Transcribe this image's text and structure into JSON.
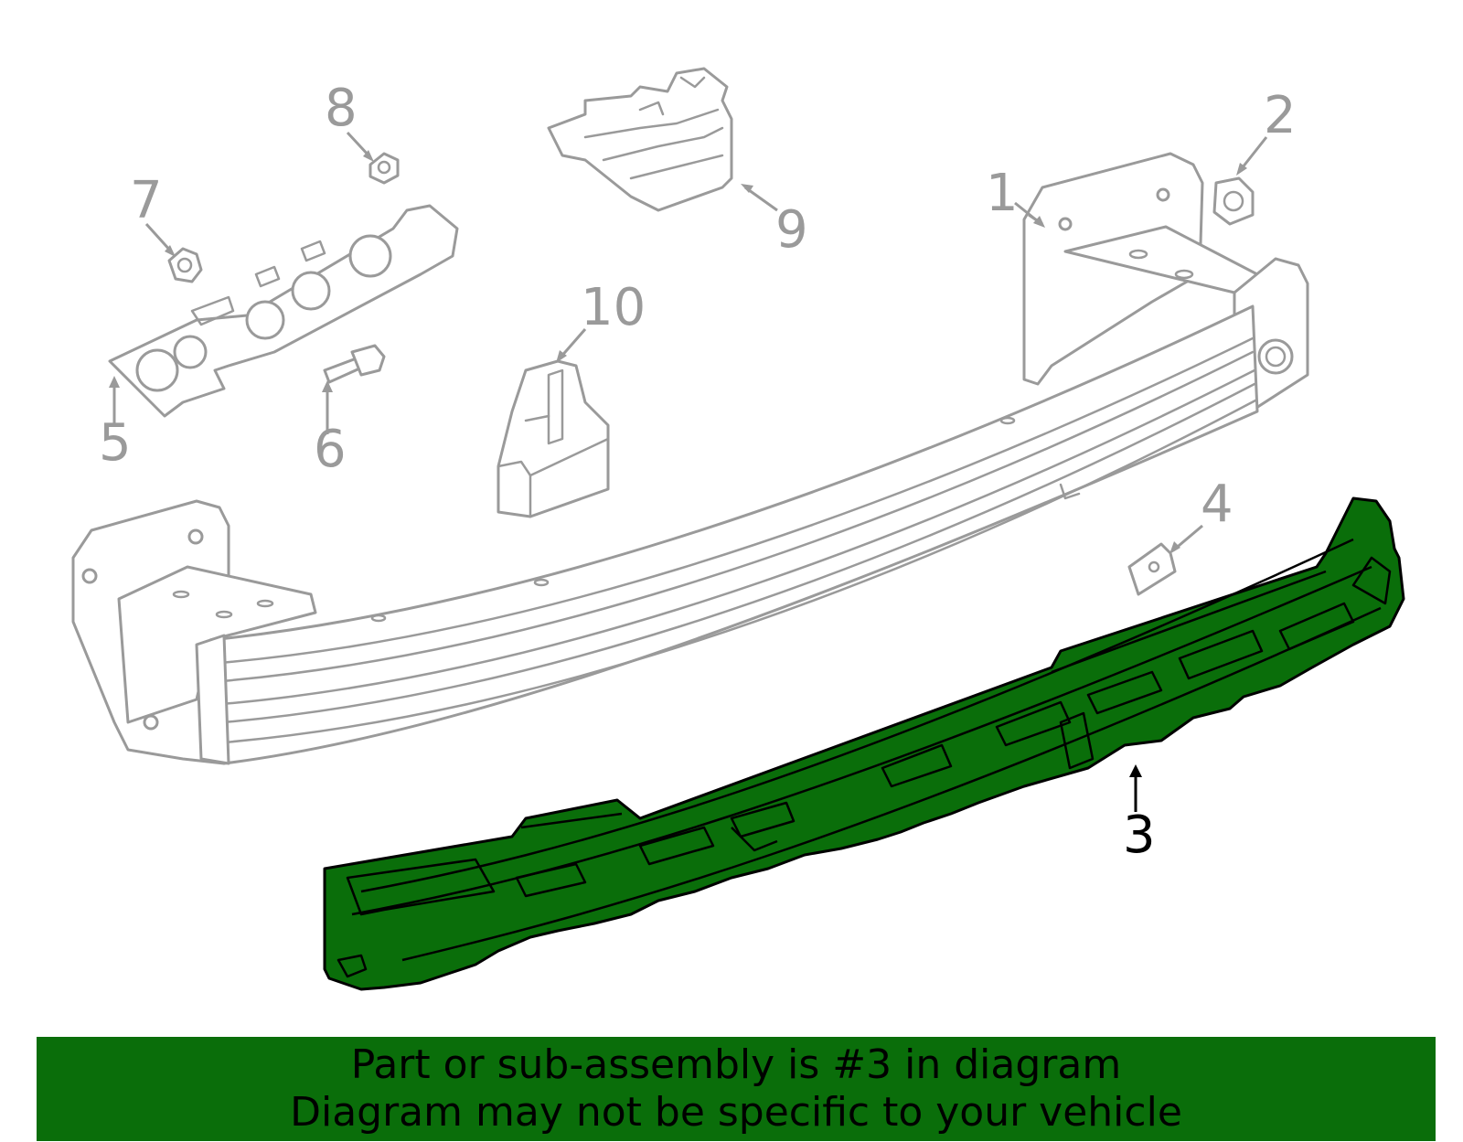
{
  "callouts": {
    "c1": "1",
    "c2": "2",
    "c3": "3",
    "c4": "4",
    "c5": "5",
    "c6": "6",
    "c7": "7",
    "c8": "8",
    "c9": "9",
    "c10": "10"
  },
  "highlighted_part": "3",
  "colors": {
    "highlight_green": "#0a6e0a",
    "ghost_gray": "#9a9a9a"
  },
  "banner": {
    "line1": "Part or sub-assembly is #3 in diagram",
    "line2": "Diagram may not be specific to your vehicle"
  }
}
